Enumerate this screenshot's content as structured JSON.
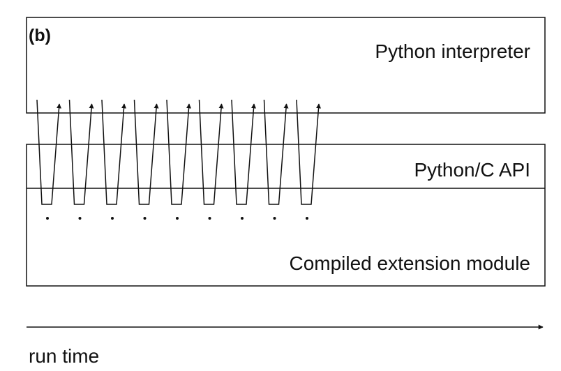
{
  "panel_label": "(b)",
  "layers": {
    "interpreter": "Python interpreter",
    "c_api": "Python/C API",
    "extension": "Compiled extension module"
  },
  "axis_label": "run time",
  "calls": [
    {
      "call": 1
    },
    {
      "call": 2
    },
    {
      "call": 3
    },
    {
      "call": 4
    },
    {
      "call": 5
    },
    {
      "call": 6
    },
    {
      "call": 7
    },
    {
      "call": 8
    },
    {
      "call": 9
    }
  ],
  "colors": {
    "line": "#111111",
    "background": "#ffffff"
  }
}
